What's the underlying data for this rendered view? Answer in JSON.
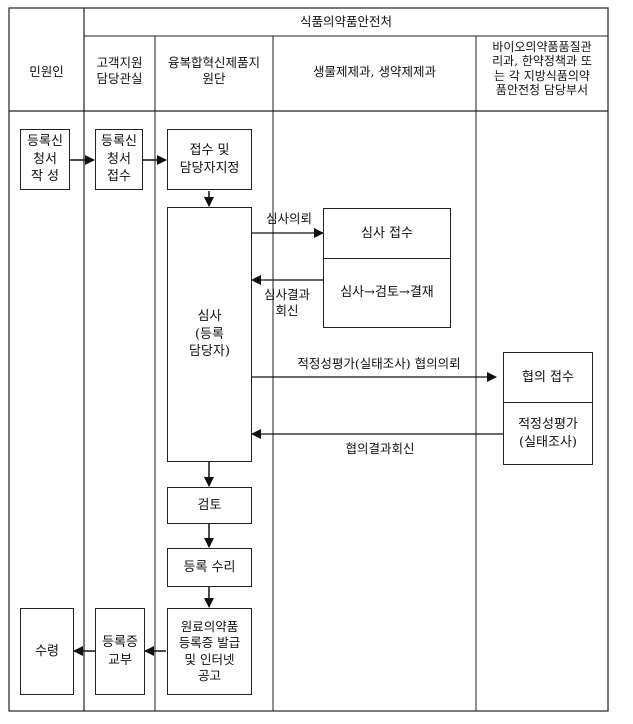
{
  "header": {
    "agency": "식품의약품안전처",
    "col_applicant": "민원인",
    "col_customer": "고객지원\n담당관실",
    "col_convergence": "융복합혁신제품지\n원단",
    "col_bio": "생물제제과, 생약제제과",
    "col_regional": "바이오의약품품질관\n리과, 한약정책과 또\n는 각 지방식품의약\n품안전청 담당부서"
  },
  "nodes": {
    "write_application": "등록신\n청서\n작 성",
    "receive_application": "등록신\n청서\n접수",
    "intake_assign": "접수 및\n담당자지정",
    "review_owner": "심사\n(등록\n담당자)",
    "review_receipt": "심사 접수",
    "review_process": "심사→검토→결재",
    "consult_receipt": "협의 접수",
    "suitability_eval": "적정성평가\n(실태조사)",
    "check": "검토",
    "registration_accept": "등록 수리",
    "issue_certificate": "원료의약품\n등록증 발급\n및 인터넷\n공고",
    "deliver_certificate": "등록증\n교부",
    "receive": "수령"
  },
  "labels": {
    "review_request": "심사의뢰",
    "review_result_reply": "심사결과\n회신",
    "consult_request": "적정성평가(실태조사) 협의의뢰",
    "consult_result_reply": "협의결과회신"
  }
}
